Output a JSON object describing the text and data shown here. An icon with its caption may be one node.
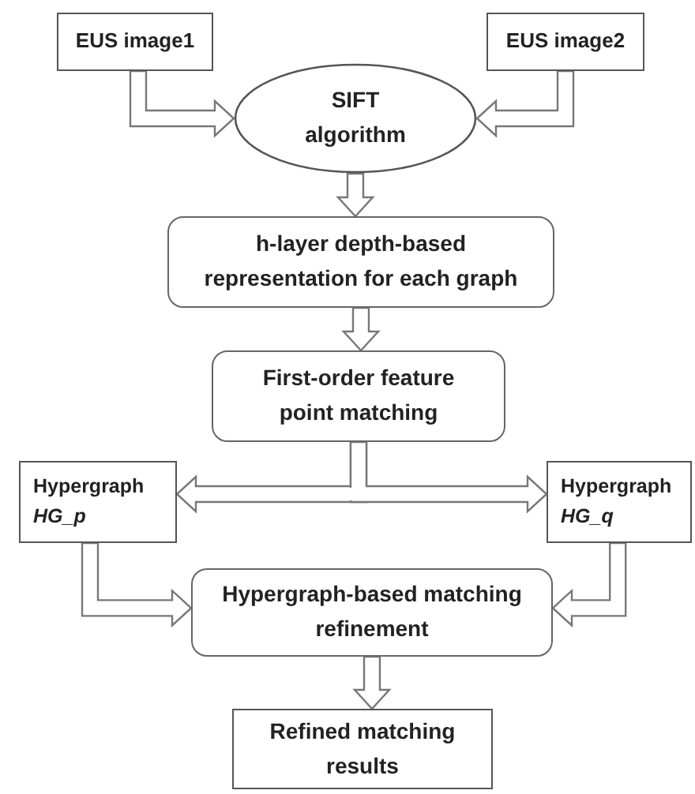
{
  "diagram": {
    "nodes": [
      {
        "text": [
          "EUS image1"
        ]
      },
      {
        "text": [
          "EUS image2"
        ]
      },
      {
        "text": [
          "SIFT algorithm"
        ]
      },
      {
        "text": [
          "h-layer depth-based representation for each graph"
        ]
      },
      {
        "text": [
          "First-order feature point matching"
        ]
      },
      {
        "text": [
          "Hypergraph *HG_p*"
        ]
      },
      {
        "text": [
          "Hypergraph *HG_q*"
        ]
      },
      {
        "text": [
          "Hypergraph-based matching refinement"
        ]
      },
      {
        "text": [
          "Refined matching results"
        ]
      }
    ],
    "edges": [
      {
        "from": 0,
        "to": 2,
        "arrow": "to"
      },
      {
        "from": 1,
        "to": 2,
        "arrow": "to"
      },
      {
        "from": 2,
        "to": 3,
        "arrow": "to"
      },
      {
        "from": 3,
        "to": 4,
        "arrow": "to"
      },
      {
        "from": 4,
        "to": 5,
        "arrow": "to"
      },
      {
        "from": 4,
        "to": 6,
        "arrow": "to"
      },
      {
        "from": 5,
        "to": 7,
        "arrow": "to"
      },
      {
        "from": 6,
        "to": 7,
        "arrow": "to"
      },
      {
        "from": 7,
        "to": 8,
        "arrow": "to"
      }
    ]
  }
}
